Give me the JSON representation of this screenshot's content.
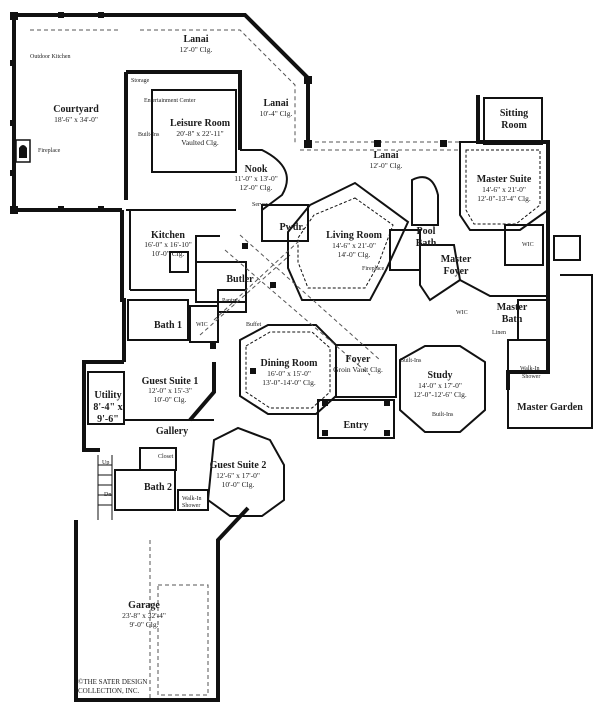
{
  "colors": {
    "ink": "#1a1a1a",
    "wall": "#111111",
    "paper": "#ffffff",
    "dash": "#555555"
  },
  "credit": {
    "line1": "©THE SATER DESIGN",
    "line2": "COLLECTION, INC."
  },
  "rooms": {
    "lanai_top": {
      "name": "Lanai",
      "dims": "12'-0\" Clg."
    },
    "courtyard": {
      "name": "Courtyard",
      "dims": "18'-6\" x 34'-0\""
    },
    "outdoor_kitchen": "Outdoor Kitchen",
    "fireplace_courtyard": "Fireplace",
    "storage": "Storage",
    "entertainment_center": "Entertainment Center",
    "leisure": {
      "name": "Leisure Room",
      "dims": "20'-8\" x 22'-11\"",
      "clg": "Vaulted Clg."
    },
    "built_in_leisure": "Built-Ins",
    "lanai_mid": {
      "name": "Lanai",
      "dims": "10'-4\" Clg."
    },
    "nook": {
      "name": "Nook",
      "dims": "11'-0\" x 13'-0\"",
      "clg": "12'-0\" Clg."
    },
    "server": "Server",
    "pwdr": "Pwdr.",
    "lanai_right": {
      "name": "Lanai",
      "dims": "12'-0\" Clg."
    },
    "sitting": {
      "name1": "Sitting",
      "name2": "Room"
    },
    "master_suite": {
      "name": "Master Suite",
      "dims": "14'-6\" x 21'-0\"",
      "clg": "12'-0\"-13'-4\" Clg."
    },
    "kitchen": {
      "name": "Kitchen",
      "dims": "16'-0\" x 16'-10\"",
      "clg": "10'-0\" Clg."
    },
    "living": {
      "name": "Living Room",
      "dims": "14'-6\" x 21'-0\"",
      "clg": "14'-0\" Clg."
    },
    "fireplace_living": "Fireplace",
    "pool_bath": {
      "name1": "Pool",
      "name2": "Bath"
    },
    "master_foyer": {
      "name1": "Master",
      "name2": "Foyer"
    },
    "wic_master": "WIC",
    "butler": "Butler",
    "pantry": "Pantry",
    "buffet": "Buffet",
    "master_bath": {
      "name1": "Master",
      "name2": "Bath"
    },
    "linen": "Linen",
    "wic_bath": "WIC",
    "bath1": "Bath 1",
    "wic_bath1": "WIC",
    "dining": {
      "name": "Dining Room",
      "dims": "16'-0\" x 15'-0\"",
      "clg": "13'-0\"-14'-0\" Clg."
    },
    "foyer": {
      "name": "Foyer",
      "clg": "Groin Vault Clg."
    },
    "built_ins_study": "Built-Ins",
    "study": {
      "name": "Study",
      "dims": "14'-0\" x 17'-0\"",
      "clg": "12'-0\"-12'-6\" Clg."
    },
    "built_ins_study2": "Built-Ins",
    "walk_in_shower_master": {
      "l1": "Walk-In",
      "l2": "Shower"
    },
    "master_garden": "Master Garden",
    "guest1": {
      "name": "Guest Suite 1",
      "dims": "12'-0\" x 15'-3\"",
      "clg": "10'-0\" Clg."
    },
    "utility": {
      "name": "Utility",
      "dims1": "8'-4\" x",
      "dims2": "9'-6\""
    },
    "entry": "Entry",
    "gallery": "Gallery",
    "closet": "Closet",
    "up": "Up",
    "dn": "Dn",
    "guest2": {
      "name": "Guest Suite 2",
      "dims": "12'-6\" x 17'-0\"",
      "clg": "10'-0\" Clg."
    },
    "bath2": "Bath 2",
    "walk_in_shower_bath2": {
      "l1": "Walk-In",
      "l2": "Shower"
    },
    "garage": {
      "name": "Garage",
      "dims": "23'-8\" x 32'-4\"",
      "clg": "9'-0\" Clg."
    }
  }
}
